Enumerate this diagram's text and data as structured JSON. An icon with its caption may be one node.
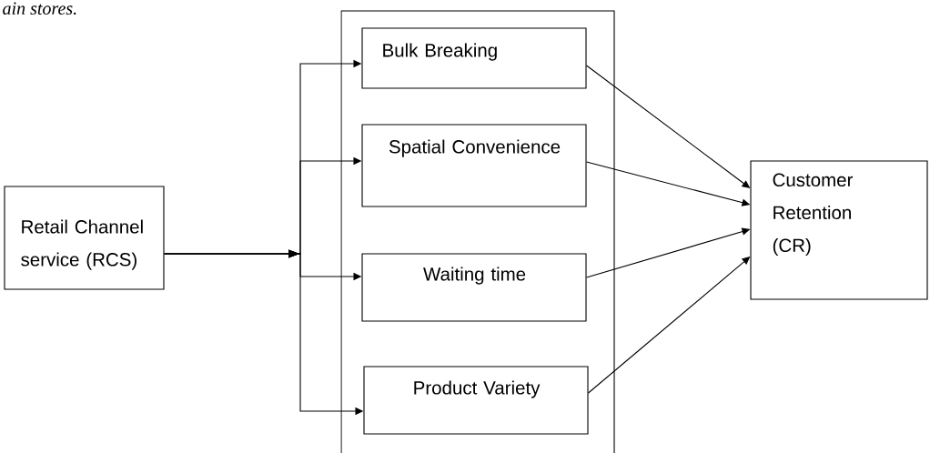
{
  "diagram": {
    "nodes": [
      {
        "text": [
          "Retail Channel service (RCS)"
        ]
      },
      {
        "text": [],
        "shape": "box"
      },
      {
        "text": [
          "Bulk Breaking"
        ],
        "in": 1
      },
      {
        "text": [
          "Spatial Convenience"
        ],
        "in": 1
      },
      {
        "text": [
          "Waiting time"
        ],
        "in": 1
      },
      {
        "text": [
          "Product Variety"
        ],
        "in": 1
      },
      {
        "text": [
          "Customer Retention (CR)"
        ]
      }
    ],
    "edges": [
      {
        "from": 0,
        "to": 2,
        "arrow": "to"
      },
      {
        "from": 0,
        "to": 3,
        "arrow": "to"
      },
      {
        "from": 0,
        "to": 4,
        "arrow": "to"
      },
      {
        "from": 0,
        "to": 5,
        "arrow": "to"
      },
      {
        "from": 2,
        "to": 6,
        "arrow": "to"
      },
      {
        "from": 3,
        "to": 6,
        "arrow": "to"
      },
      {
        "from": 4,
        "to": 6,
        "arrow": "to"
      },
      {
        "from": 5,
        "to": 6,
        "arrow": "to"
      }
    ],
    "labels": [
      "ain stores."
    ]
  }
}
